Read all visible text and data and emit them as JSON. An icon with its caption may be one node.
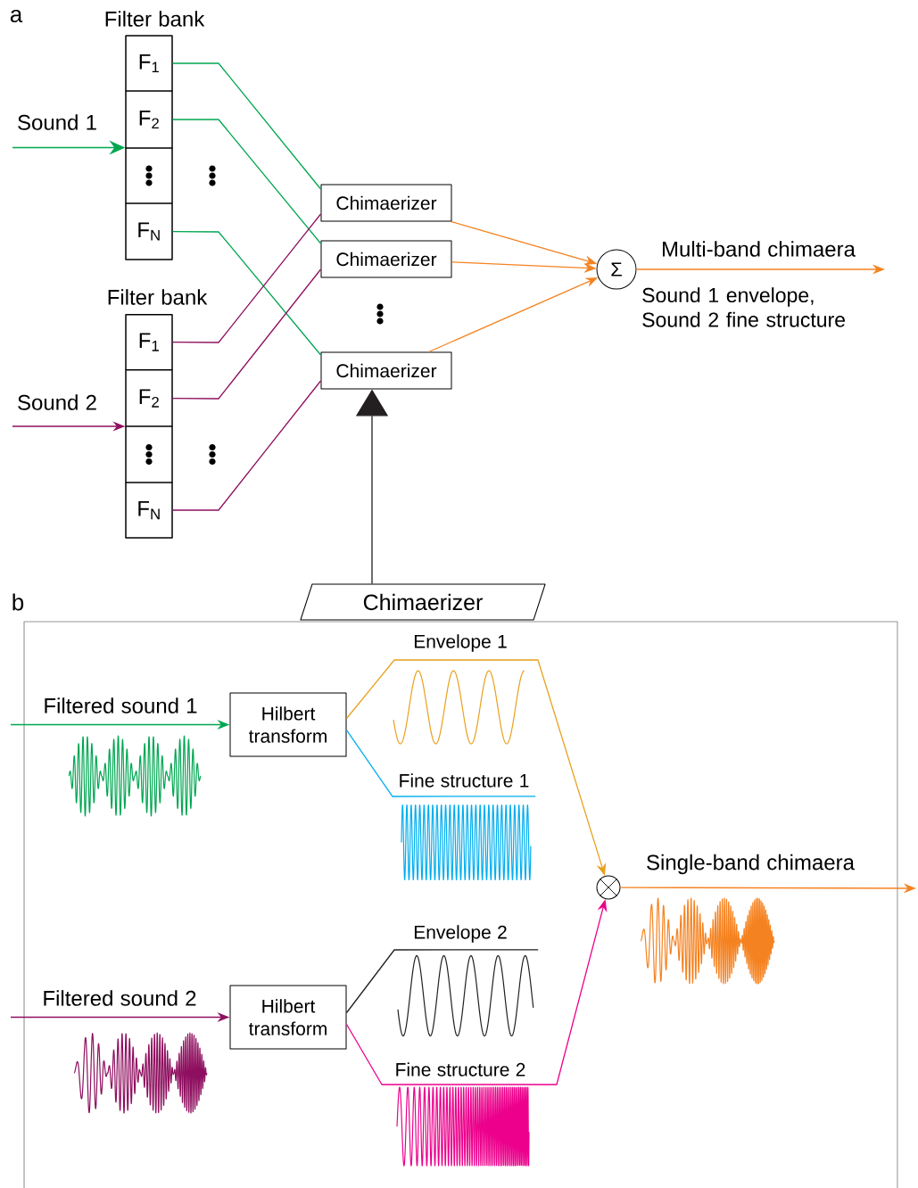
{
  "diagram": {
    "nodes": [
      {
        "text": [
          "Filter bank"
        ]
      },
      {
        "text": [
          "F$_{1}$"
        ],
        "in": 0
      },
      {
        "text": [
          "F$_{2}$"
        ],
        "in": 0
      },
      {
        "text": [],
        "shape": "box",
        "in": 0
      },
      {
        "text": [
          "F$_{N}$"
        ],
        "in": 0
      },
      {
        "text": [
          "Filter bank"
        ]
      },
      {
        "text": [
          "F$_{1}$"
        ],
        "in": 5
      },
      {
        "text": [
          "F$_{2}$"
        ],
        "in": 5
      },
      {
        "text": [],
        "shape": "box",
        "in": 5
      },
      {
        "text": [
          "F$_{N}$"
        ],
        "in": 5
      },
      {
        "text": [
          "Chimaerizer"
        ]
      },
      {
        "text": [
          "Chimaerizer"
        ]
      },
      {
        "text": [
          "Chimaerizer"
        ]
      },
      {
        "text": [
          "Σ"
        ]
      },
      {
        "text": [
          "Chimaerizer"
        ]
      },
      {
        "text": [],
        "shape": "box"
      },
      {
        "text": [
          "Hilbert transform"
        ],
        "in": 15
      },
      {
        "text": [
          "Hilbert transform"
        ],
        "in": 15
      },
      {
        "text": [],
        "shape": "circle",
        "in": 15
      },
      {
        "text": [],
        "shape": "picture",
        "in": 15
      },
      {
        "text": [],
        "shape": "picture",
        "in": 15
      }
    ],
    "edges": [
      {
        "from": 1,
        "to": 10,
        "arrow": "none",
        "color": "#00a651"
      },
      {
        "from": 2,
        "to": 11,
        "arrow": "none",
        "color": "#00a651"
      },
      {
        "from": 4,
        "to": 12,
        "arrow": "none",
        "color": "#00a651"
      },
      {
        "from": 6,
        "to": 10,
        "arrow": "none",
        "color": "#8e0f5f"
      },
      {
        "from": 7,
        "to": 11,
        "arrow": "none",
        "color": "#8e0f5f"
      },
      {
        "from": 9,
        "to": 12,
        "arrow": "none",
        "color": "#8e0f5f"
      },
      {
        "from": null,
        "to": 0,
        "arrow": "to",
        "label": "Sound 1",
        "color": "#00a651"
      },
      {
        "from": null,
        "to": 5,
        "arrow": "to",
        "label": "Sound 2",
        "color": "#8e0f5f"
      },
      {
        "from": 10,
        "to": 13,
        "arrow": "to",
        "color": "#f58220"
      },
      {
        "from": 11,
        "to": 13,
        "arrow": "to",
        "color": "#f58220"
      },
      {
        "from": 12,
        "to": 13,
        "arrow": "to",
        "color": "#f58220"
      },
      {
        "from": 13,
        "to": null,
        "arrow": "to",
        "label": "Multi-band chimaera",
        "color": "#f58220"
      },
      {
        "from": 14,
        "to": 12,
        "arrow": "to",
        "color": "#231f20"
      },
      {
        "from": null,
        "to": 16,
        "arrow": "to",
        "label": "Filtered sound 1",
        "color": "#00a651"
      },
      {
        "from": null,
        "to": 17,
        "arrow": "to",
        "label": "Filtered sound 2",
        "color": "#8e0f5f"
      },
      {
        "from": 16,
        "to": 18,
        "arrow": "to",
        "label": "Envelope 1",
        "color": "#e8a01c"
      },
      {
        "from": 16,
        "to": 19,
        "arrow": "none",
        "label": "Fine structure 1",
        "color": "#00aeef"
      },
      {
        "from": 17,
        "to": 20,
        "arrow": "none",
        "label": "Envelope 2",
        "color": "#231f20"
      },
      {
        "from": 17,
        "to": 18,
        "arrow": "to",
        "label": "Fine structure 2",
        "color": "#ec008c"
      },
      {
        "from": 18,
        "to": null,
        "arrow": "to",
        "label": "Single-band chimaera",
        "color": "#f58220"
      }
    ],
    "labels": [
      "a",
      "Sound 1 envelope, Sound 2 fine structure",
      "b"
    ]
  }
}
